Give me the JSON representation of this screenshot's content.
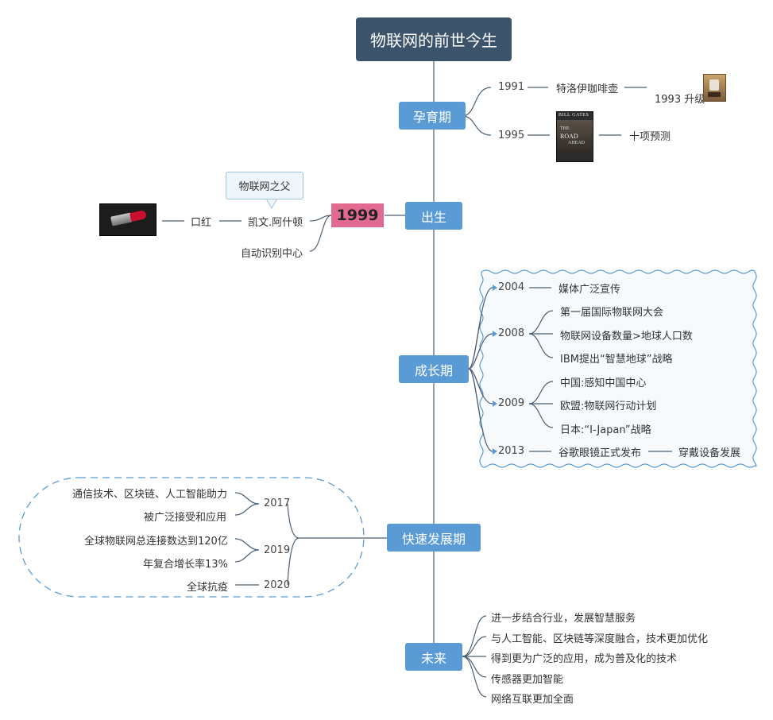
{
  "title": "物联网的前世今生",
  "stages": {
    "gestation": "孕育期",
    "birth": "出生",
    "growth": "成长期",
    "rapid": "快速发展期",
    "future": "未来"
  },
  "gestation": {
    "y1991": "1991",
    "coffee": "特洛伊咖啡壶",
    "upgrade": "1993 升级",
    "y1995": "1995",
    "predict": "十项预测",
    "book": [
      "BILL GATES",
      "THE",
      "ROAD",
      "AHEAD"
    ]
  },
  "birth": {
    "year": "1999",
    "father": "物联网之父",
    "person": "凯文.阿什顿",
    "lipstick": "口红",
    "center": "自动识别中心"
  },
  "growth": {
    "y2004": "2004",
    "media": "媒体广泛宣传",
    "y2008": "2008",
    "i2008a": "第一届国际物联网大会",
    "i2008b": "物联网设备数量>地球人口数",
    "i2008c": "IBM提出“智慧地球”战略",
    "y2009": "2009",
    "i2009a": "中国:感知中国中心",
    "i2009b": "欧盟:物联网行动计划",
    "i2009c": "日本:“I-Japan”战略",
    "y2013": "2013",
    "glass": "谷歌眼镜正式发布",
    "wear": "穿戴设备发展"
  },
  "rapid": {
    "y2017": "2017",
    "i2017a": "通信技术、区块链、人工智能助力",
    "i2017b": "被广泛接受和应用",
    "y2019": "2019",
    "i2019a": "全球物联网总连接数达到120亿",
    "i2019b": "年复合增长率13%",
    "y2020": "2020",
    "i2020": "全球抗疫"
  },
  "future": [
    "进一步结合行业，发展智慧服务",
    "与人工智能、区块链等深度融合，技术更加优化",
    "得到更为广泛的应用，成为普及化的技术",
    "传感器更加智能",
    "网络互联更加全面"
  ],
  "colors": {
    "title_bg": "#3b536b",
    "stage_bg": "#5b9bd5",
    "year1999_bg": "#e2698f",
    "line": "#4a5f72",
    "boundary": "#5b9bd5"
  }
}
